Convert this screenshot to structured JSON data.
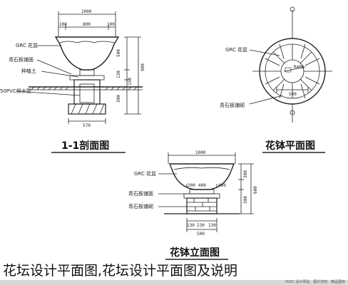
{
  "titles": {
    "section": "1-1剖面图",
    "plan": "花钵平面图",
    "elevation": "花钵立面图"
  },
  "labels": {
    "grc_section": "GRC 花盆",
    "stone_section": "青石板铺面",
    "soil": "种植土",
    "drain": "50PVC排水管",
    "grc_plan": "GRC 花盆",
    "paving_plan": "青石板铺砌",
    "grc_elev": "GRC 花盆",
    "stone_elev": "青石板铺面",
    "paving_elev": "青石板铺砌"
  },
  "dims": {
    "section": [
      "1000",
      "100",
      "800",
      "100",
      "570",
      "130",
      "500",
      "300",
      "150",
      "900"
    ],
    "plan": [
      "R400",
      "500"
    ],
    "elevation": [
      "1000",
      "400",
      "200",
      "400",
      "300",
      "300",
      "600",
      "130",
      "230",
      "130",
      "500"
    ]
  },
  "caption": "花坛设计平面图,花坛设计平面图及说明",
  "watermark": "USSC 设计网站 · 图片授权 · 精品图库"
}
